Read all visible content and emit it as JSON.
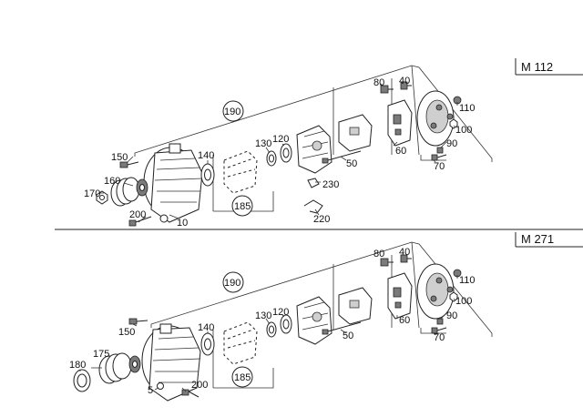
{
  "sections": [
    {
      "model": "M 112",
      "parts": [
        "10",
        "120",
        "130",
        "140",
        "150",
        "160",
        "170",
        "185",
        "190",
        "200",
        "220",
        "230",
        "40",
        "50",
        "60",
        "70",
        "80",
        "90",
        "100",
        "110"
      ]
    },
    {
      "model": "M 271",
      "parts": [
        "5",
        "120",
        "130",
        "140",
        "150",
        "175",
        "180",
        "185",
        "190",
        "200",
        "40",
        "50",
        "60",
        "70",
        "80",
        "90",
        "100",
        "110"
      ]
    }
  ]
}
